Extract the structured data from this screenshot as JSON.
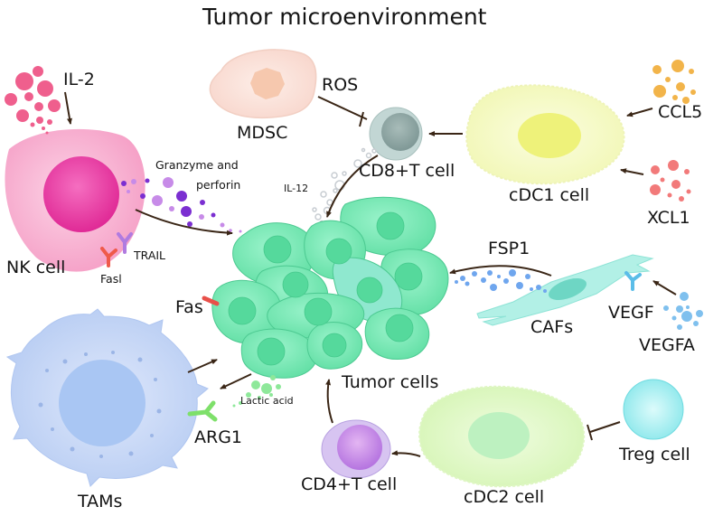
{
  "title": "Tumor microenvironment",
  "cells": {
    "nk": {
      "label": "NK cell",
      "color": "#f7a8cc",
      "nucleus_color": "#e8359f"
    },
    "mdsc": {
      "label": "MDSC",
      "color": "#fbe0d8",
      "nucleus_color": "#f3c2a8"
    },
    "cd8": {
      "label": "CD8+T cell",
      "color": "#bcd3d0",
      "nucleus_color": "#8fa9a6"
    },
    "cdc1": {
      "label": "cDC1 cell",
      "color": "#f6f9c8",
      "nucleus_color": "#eef27a"
    },
    "tumor": {
      "label": "Tumor cells",
      "color": "#7ee8b8",
      "nucleus_color": "#55d99c"
    },
    "cafs": {
      "label": "CAFs",
      "color": "#aaeee5",
      "nucleus_color": "#6ed6c4"
    },
    "tams": {
      "label": "TAMs",
      "color": "#c0d4f5",
      "nucleus_color": "#a6c4f2"
    },
    "cd4": {
      "label": "CD4+T cell",
      "color": "#d8c4f0",
      "nucleus_color": "#c18ae6"
    },
    "cdc2": {
      "label": "cDC2 cell",
      "color": "#e3f8c8",
      "nucleus_color": "#b8f0b8"
    },
    "treg": {
      "label": "Treg cell",
      "color": "#aef1f1",
      "nucleus_color": "#d2f8f8"
    }
  },
  "molecules": {
    "il2": {
      "label": "IL-2",
      "color": "#ef5f8d"
    },
    "granzyme": {
      "label_line1": "Granzyme and",
      "label_line2": "perforin",
      "color": "#8a3ad6"
    },
    "trail": {
      "label": "TRAIL",
      "color": "#b07be0"
    },
    "fasl": {
      "label": "Fasl",
      "color": "#ef5a4a"
    },
    "fas": {
      "label": "Fas",
      "color": "#e8504a"
    },
    "ros": {
      "label": "ROS"
    },
    "il12": {
      "label": "IL-12",
      "color": "#c8cdd2"
    },
    "ccl5": {
      "label": "CCL5",
      "color": "#f2b44a"
    },
    "xcl1": {
      "label": "XCL1",
      "color": "#f27a7a"
    },
    "fsp1": {
      "label": "FSP1",
      "color": "#6fa6ee"
    },
    "vegf": {
      "label": "VEGF",
      "color": "#5bbde8"
    },
    "vegfa": {
      "label": "VEGFA",
      "color": "#7fc0ee"
    },
    "lactic": {
      "label": "Lactic acid",
      "color": "#8ee89a"
    },
    "arg1": {
      "label": "ARG1",
      "color": "#7ee06a"
    }
  },
  "arrow_color": "#3a2616"
}
